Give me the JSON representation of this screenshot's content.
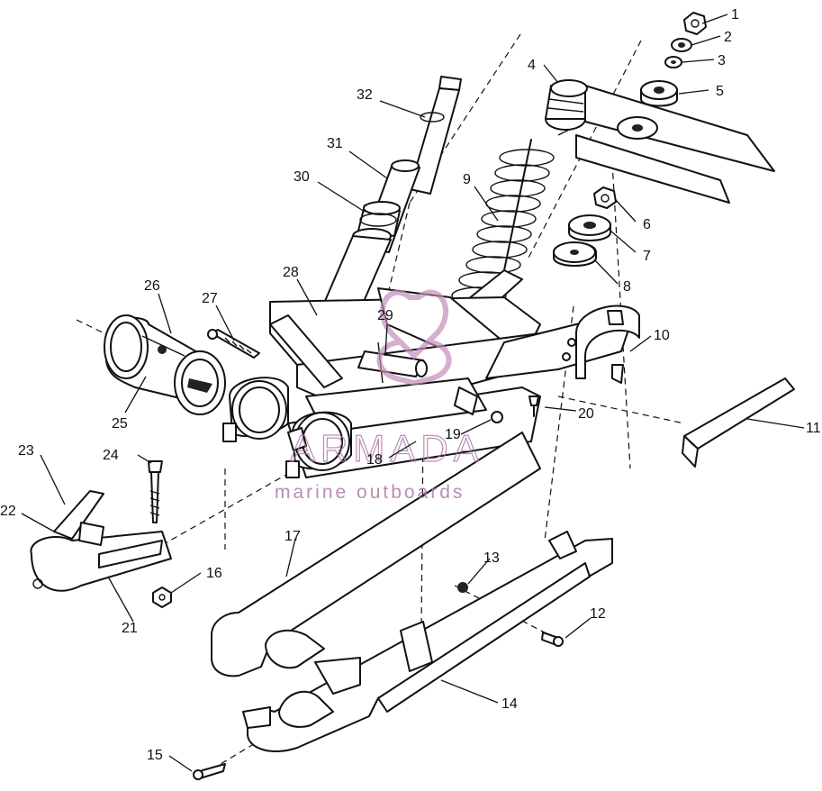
{
  "diagram": {
    "callouts": [
      {
        "id": "1",
        "label": "1"
      },
      {
        "id": "2",
        "label": "2"
      },
      {
        "id": "3",
        "label": "3"
      },
      {
        "id": "4",
        "label": "4"
      },
      {
        "id": "5",
        "label": "5"
      },
      {
        "id": "6",
        "label": "6"
      },
      {
        "id": "7",
        "label": "7"
      },
      {
        "id": "8",
        "label": "8"
      },
      {
        "id": "9",
        "label": "9"
      },
      {
        "id": "10",
        "label": "10"
      },
      {
        "id": "11",
        "label": "11"
      },
      {
        "id": "12",
        "label": "12"
      },
      {
        "id": "13",
        "label": "13"
      },
      {
        "id": "14",
        "label": "14"
      },
      {
        "id": "15",
        "label": "15"
      },
      {
        "id": "16",
        "label": "16"
      },
      {
        "id": "17",
        "label": "17"
      },
      {
        "id": "18",
        "label": "18"
      },
      {
        "id": "19",
        "label": "19"
      },
      {
        "id": "20",
        "label": "20"
      },
      {
        "id": "21",
        "label": "21"
      },
      {
        "id": "22",
        "label": "22"
      },
      {
        "id": "23",
        "label": "23"
      },
      {
        "id": "24",
        "label": "24"
      },
      {
        "id": "25",
        "label": "25"
      },
      {
        "id": "26",
        "label": "26"
      },
      {
        "id": "27",
        "label": "27"
      },
      {
        "id": "28",
        "label": "28"
      },
      {
        "id": "29",
        "label": "29"
      },
      {
        "id": "30",
        "label": "30"
      },
      {
        "id": "31",
        "label": "31"
      },
      {
        "id": "32",
        "label": "32"
      }
    ]
  },
  "watermark": {
    "brand": "ARMADA",
    "tagline": "marine outboards",
    "color": "#b07aa6"
  }
}
